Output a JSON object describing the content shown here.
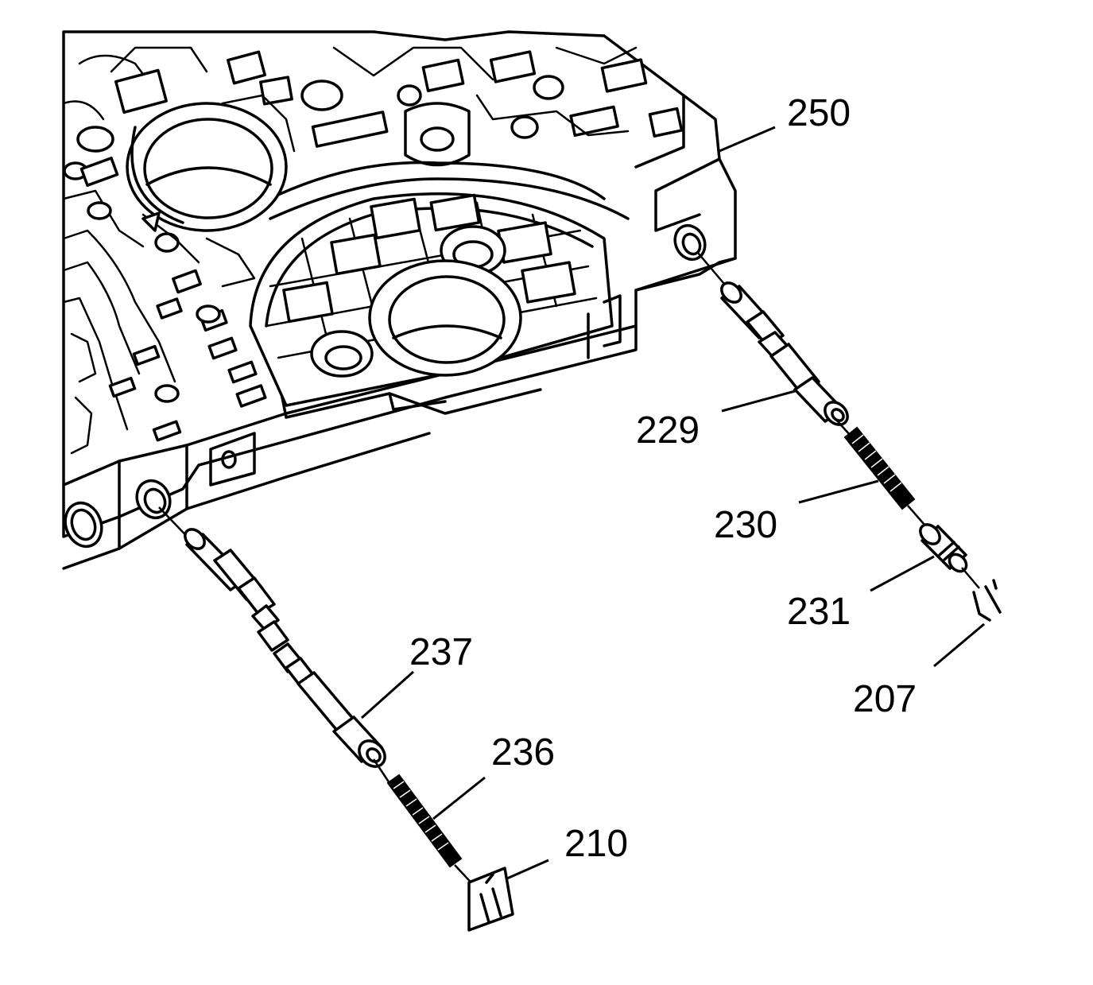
{
  "callouts": {
    "c250": "250",
    "c229": "229",
    "c230": "230",
    "c231": "231",
    "c207": "207",
    "c237": "237",
    "c236": "236",
    "c210": "210"
  },
  "colors": {
    "ink": "#000000",
    "paper": "#ffffff"
  }
}
